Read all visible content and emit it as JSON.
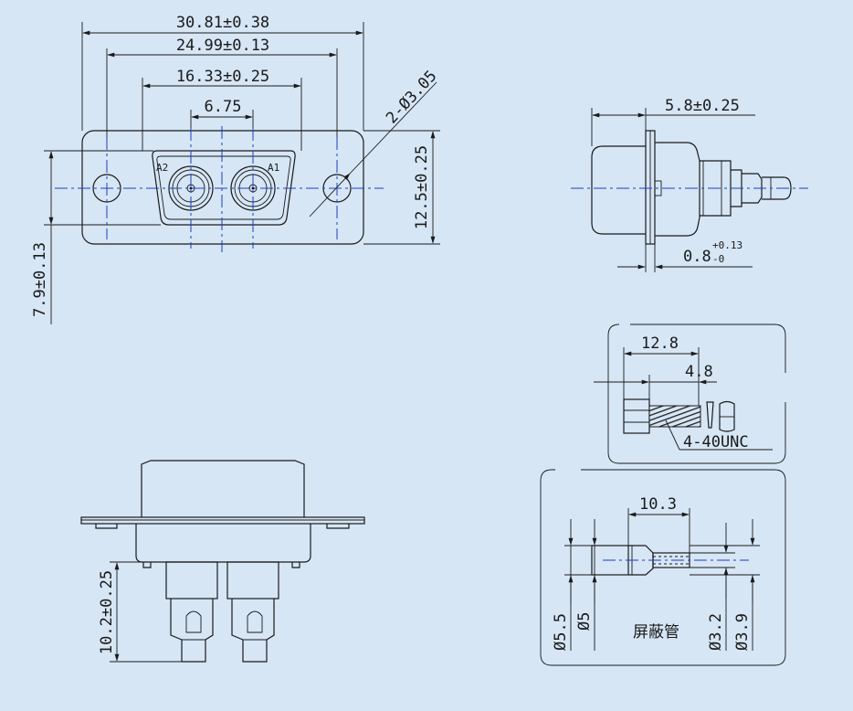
{
  "colors": {
    "background": "#d6e6f5",
    "line": "#1a1a1a",
    "centerline": "#1f3fbf"
  },
  "front_view": {
    "overall_width": "30.81±0.38",
    "hole_spacing": "24.99±0.13",
    "shell_width": "16.33±0.25",
    "contact_pitch": "6.75",
    "holes": "2-Ø3.05",
    "overall_height": "12.5±0.25",
    "shell_height": "7.9±0.13",
    "label_a2": "A2",
    "label_a1": "A1"
  },
  "side_view": {
    "front_depth": "5.8±0.25",
    "flange_thickness_base": "0.8",
    "flange_tol_plus": "+0.13",
    "flange_tol_minus": "-0"
  },
  "bottom_view": {
    "pin_length": "10.2±0.25"
  },
  "screw_detail": {
    "length": "12.8",
    "head": "4.8",
    "thread": "4-40UNC"
  },
  "sleeve_detail": {
    "length": "10.3",
    "outer_left": "Ø5.5",
    "inner_left": "Ø5",
    "name": "屏蔽管",
    "inner_right": "Ø3.2",
    "outer_right": "Ø3.9"
  }
}
